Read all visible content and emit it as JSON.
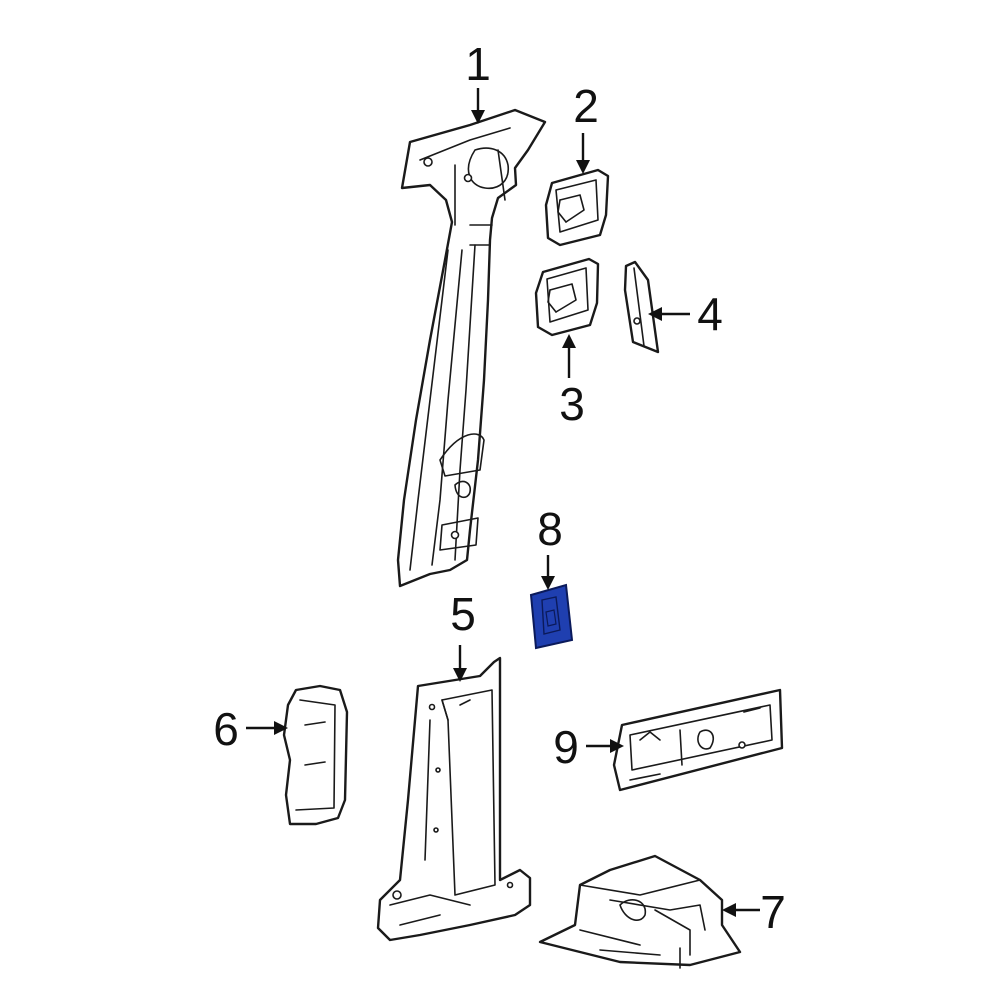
{
  "callouts": {
    "c1": "1",
    "c2": "2",
    "c3": "3",
    "c4": "4",
    "c5": "5",
    "c6": "6",
    "c7": "7",
    "c8": "8",
    "c9": "9"
  },
  "highlight": {
    "part": "8",
    "color": "#1f3fb0"
  },
  "colors": {
    "line": "#1a1a1a",
    "background": "#ffffff"
  }
}
